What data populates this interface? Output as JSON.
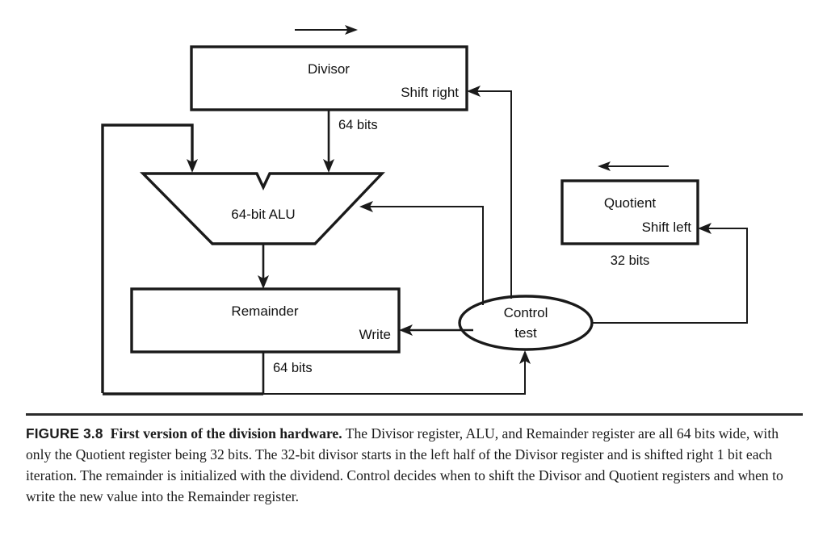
{
  "figure": {
    "number_label": "FIGURE 3.8",
    "title": "First version of the division hardware.",
    "body": "The Divisor register, ALU, and Remainder register are all 64 bits wide, with only the Quotient register being 32 bits. The 32-bit divisor starts in the left half of the Divisor register and is shifted right 1 bit each iteration. The remainder is initialized with the dividend. Control decides when to shift the Divisor and Quotient registers and when to write the new value into the Remainder register."
  },
  "diagram": {
    "type": "block-diagram",
    "title": "First version of the division hardware",
    "blocks": [
      {
        "id": "divisor",
        "label": "Divisor",
        "sublabel": "Shift right",
        "shape": "rect",
        "width_bits": "64 bits"
      },
      {
        "id": "alu",
        "label": "64-bit ALU",
        "sublabel": "",
        "shape": "trapezoid",
        "width_bits": "64 bits"
      },
      {
        "id": "remainder",
        "label": "Remainder",
        "sublabel": "Write",
        "shape": "rect",
        "width_bits": "64 bits"
      },
      {
        "id": "quotient",
        "label": "Quotient",
        "sublabel": "Shift left",
        "shape": "rect",
        "width_bits": "32 bits"
      },
      {
        "id": "control",
        "label": "Control",
        "sublabel": "test",
        "shape": "ellipse",
        "width_bits": ""
      }
    ],
    "labels": {
      "divisor": "Divisor",
      "shift_right": "Shift right",
      "alu": "64-bit ALU",
      "remainder": "Remainder",
      "write": "Write",
      "quotient": "Quotient",
      "shift_left": "Shift left",
      "control": "Control",
      "control_test": "test",
      "bits_divisor_out": "64 bits",
      "bits_remainder_out": "64 bits",
      "bits_quotient": "32 bits"
    },
    "colors": {
      "stroke": "#1a1a1a",
      "fill": "#fcfbf7",
      "background": "#ffffff",
      "caption_rule": "#2b2b2b"
    }
  }
}
